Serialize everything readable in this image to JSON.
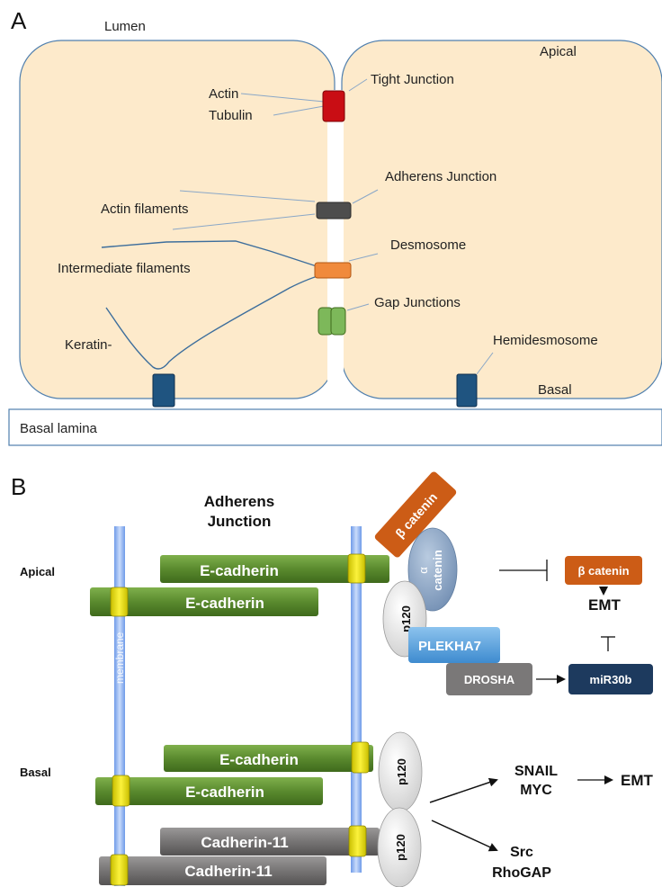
{
  "panel_a": {
    "letter": "A",
    "lumen": "Lumen",
    "apical": "Apical",
    "basal": "Basal",
    "basal_lamina": "Basal lamina",
    "actin": "Actin",
    "tubulin": "Tubulin",
    "tight_junction": "Tight Junction",
    "actin_filaments": "Actin filaments",
    "adherens_junction": "Adherens Junction",
    "intermediate_filaments": "Intermediate filaments",
    "desmosome": "Desmosome",
    "gap_junctions": "Gap Junctions",
    "keratin": "Keratin-",
    "hemidesmosome": "Hemidesmosome",
    "colors": {
      "cell_fill": "#fdeacb",
      "cell_stroke": "#4f7fae",
      "tight_junction": "#c90d14",
      "adherens": "#4d4d4d",
      "desmosome": "#f08a3c",
      "gap_junction": "#7db85a",
      "hemidesmosome": "#1f5480"
    }
  },
  "panel_b": {
    "letter": "B",
    "title_line1": "Adherens",
    "title_line2": "Junction",
    "apical": "Apical",
    "basal": "Basal",
    "membrane": "membrane",
    "e_cadherin": "E-cadherin",
    "cadherin_11": "Cadherin-11",
    "beta_catenin": "β catenin",
    "alpha_catenin_1": "α",
    "alpha_catenin_2": "catenin",
    "p120": "p120",
    "plekha7": "PLEKHA7",
    "drosha": "DROSHA",
    "mir30b": "miR30b",
    "emt": "EMT",
    "snail": "SNAIL",
    "myc": "MYC",
    "src": "Src",
    "rhogap": "RhoGAP",
    "colors": {
      "membrane": "#8fb4f5",
      "e_cadherin": "#5a8a2e",
      "cadherin_11": "#7a7878",
      "beta_catenin": "#cc5c16",
      "alpha_catenin": "#8ea8c8",
      "plekha7": "#5ba3dd",
      "drosha": "#7a7878",
      "mir30b": "#1d3a5e",
      "anchor": "#f2e91a"
    }
  }
}
